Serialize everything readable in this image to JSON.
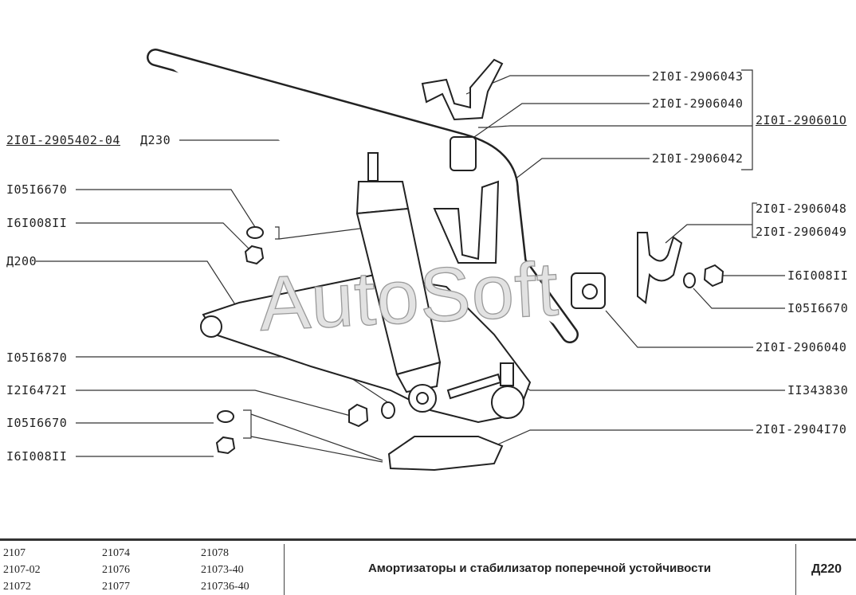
{
  "watermark": "AutoSoft",
  "labels": {
    "r_2906043": "2I0I-2906043",
    "r_2906040_top": "2I0I-2906040",
    "r_2906010": "2I0I-290601O",
    "r_2906042": "2I0I-2906042",
    "r_2906048": "2I0I-2906048",
    "r_2906049": "2I0I-2906049",
    "r_nut": "I6I008II",
    "r_washer": "I05I6670",
    "r_2906040_bottom": "2I0I-2906040",
    "r_bolt": "II343830",
    "r_2904170": "2I0I-2904I70",
    "l_shock": "2I0I-2905402-04",
    "l_d230": "Д230",
    "l_washer_top": "I05I6670",
    "l_nut_top": "I6I008II",
    "l_d200": "Д200",
    "l_washer_mid": "I05I6870",
    "l_nut_mid": "I2I6472I",
    "l_washer_bottom": "I05I6670",
    "l_nut_bottom": "I6I008II"
  },
  "footer": {
    "models": [
      [
        "2107",
        "21074",
        "21078"
      ],
      [
        "2107-02",
        "21076",
        "21073-40"
      ],
      [
        "21072",
        "21077",
        "210736-40"
      ]
    ],
    "title": "Амортизаторы и стабилизатор поперечной устойчивости",
    "code": "Д220"
  }
}
